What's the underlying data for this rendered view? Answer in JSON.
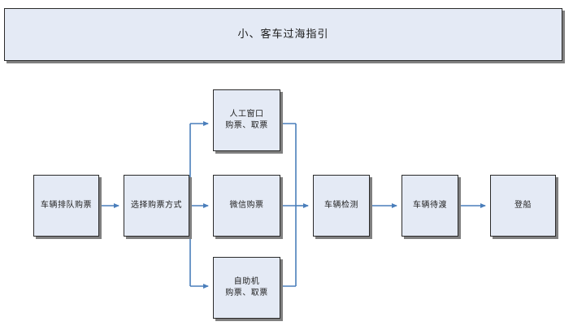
{
  "banner": {
    "title": "小、客车过海指引"
  },
  "colors": {
    "node_fill": "#e4eaf5",
    "node_border": "#2a2a2a",
    "node_shadow": "#808080",
    "connector": "#4a7ebb",
    "text": "#1f1f1f",
    "background": "#ffffff"
  },
  "flow": {
    "nodes": [
      {
        "id": "queue",
        "lines": [
          "车辆排队购票"
        ]
      },
      {
        "id": "method",
        "lines": [
          "选择购票方式"
        ]
      },
      {
        "id": "counter",
        "lines": [
          "人工窗口",
          "购票、取票"
        ]
      },
      {
        "id": "wechat",
        "lines": [
          "微信购票"
        ]
      },
      {
        "id": "kiosk",
        "lines": [
          "自助机",
          "购票、取票"
        ]
      },
      {
        "id": "inspect",
        "lines": [
          "车辆检测"
        ]
      },
      {
        "id": "wait",
        "lines": [
          "车辆待渡"
        ]
      },
      {
        "id": "board",
        "lines": [
          "登船"
        ]
      }
    ]
  }
}
